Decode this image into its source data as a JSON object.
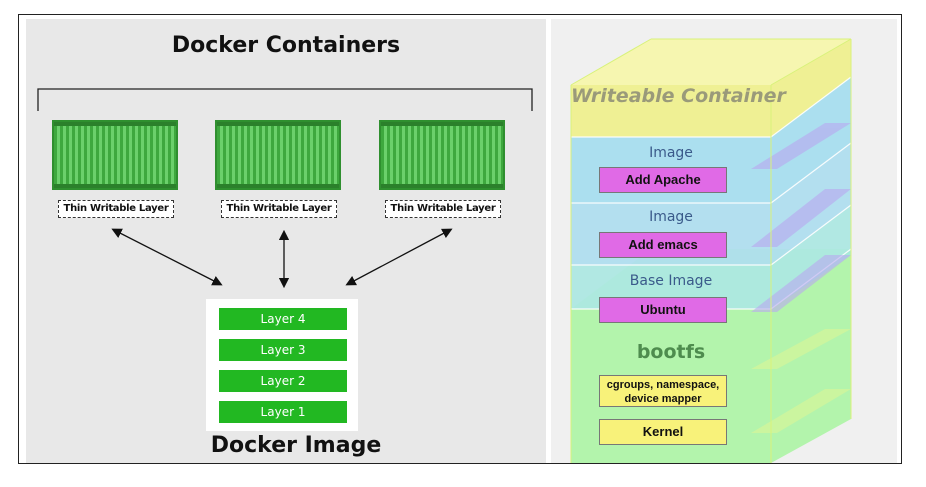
{
  "left": {
    "title": "Docker Containers",
    "thin_layer_label": "Thin Writable Layer",
    "image_title": "Docker Image",
    "layers": [
      "Layer 4",
      "Layer 3",
      "Layer 2",
      "Layer 1"
    ],
    "colors": {
      "container_green": "#3ea83e",
      "layer_green": "#22b822"
    }
  },
  "right": {
    "writeable": "Writeable Container",
    "image1_label": "Image",
    "image1_tag": "Add Apache",
    "image2_label": "Image",
    "image2_tag": "Add emacs",
    "base_label": "Base Image",
    "base_tag": "Ubuntu",
    "bootfs_label": "bootfs",
    "cgroups_tag": "cgroups, namespace,\ndevice mapper",
    "kernel_tag": "Kernel",
    "colors": {
      "writeable": "#f2f08a",
      "image": "#9fdcef",
      "bootfs": "#9ef29e",
      "magenta": "#e06ae6",
      "yellow": "#f8f27a"
    }
  }
}
